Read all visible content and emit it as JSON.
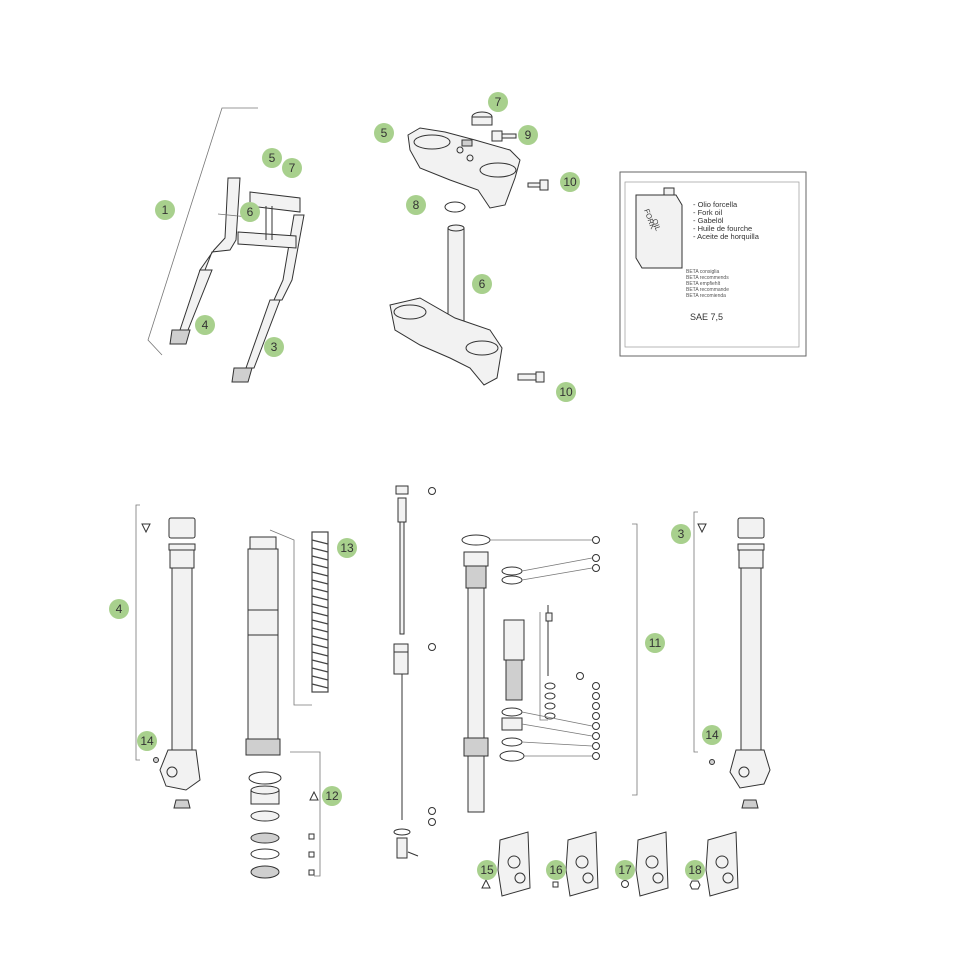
{
  "callouts": {
    "c1": "1",
    "c3": "3",
    "c4": "4",
    "c5": "5",
    "c6": "6",
    "c7": "7",
    "c8": "8",
    "c9": "9",
    "c10": "10",
    "c11": "11",
    "c12": "12",
    "c13": "13",
    "c14": "14",
    "c15": "15",
    "c16": "16",
    "c17": "17",
    "c18": "18"
  },
  "oil_box": {
    "can_label_1": "FORK",
    "can_label_2": "OIL",
    "names": [
      "- Olio forcella",
      "- Fork oil",
      "- Gabelöl",
      "- Huile de fourche",
      "- Aceite de horquilla"
    ],
    "recommend": [
      "BETA consiglia",
      "BETA recommends",
      "BETA empfiehlt",
      "BETA recommande",
      "BETA recomienda"
    ],
    "grade": "SAE 7,5"
  },
  "colors": {
    "callout": "#a8d08d",
    "line": "#333333"
  }
}
